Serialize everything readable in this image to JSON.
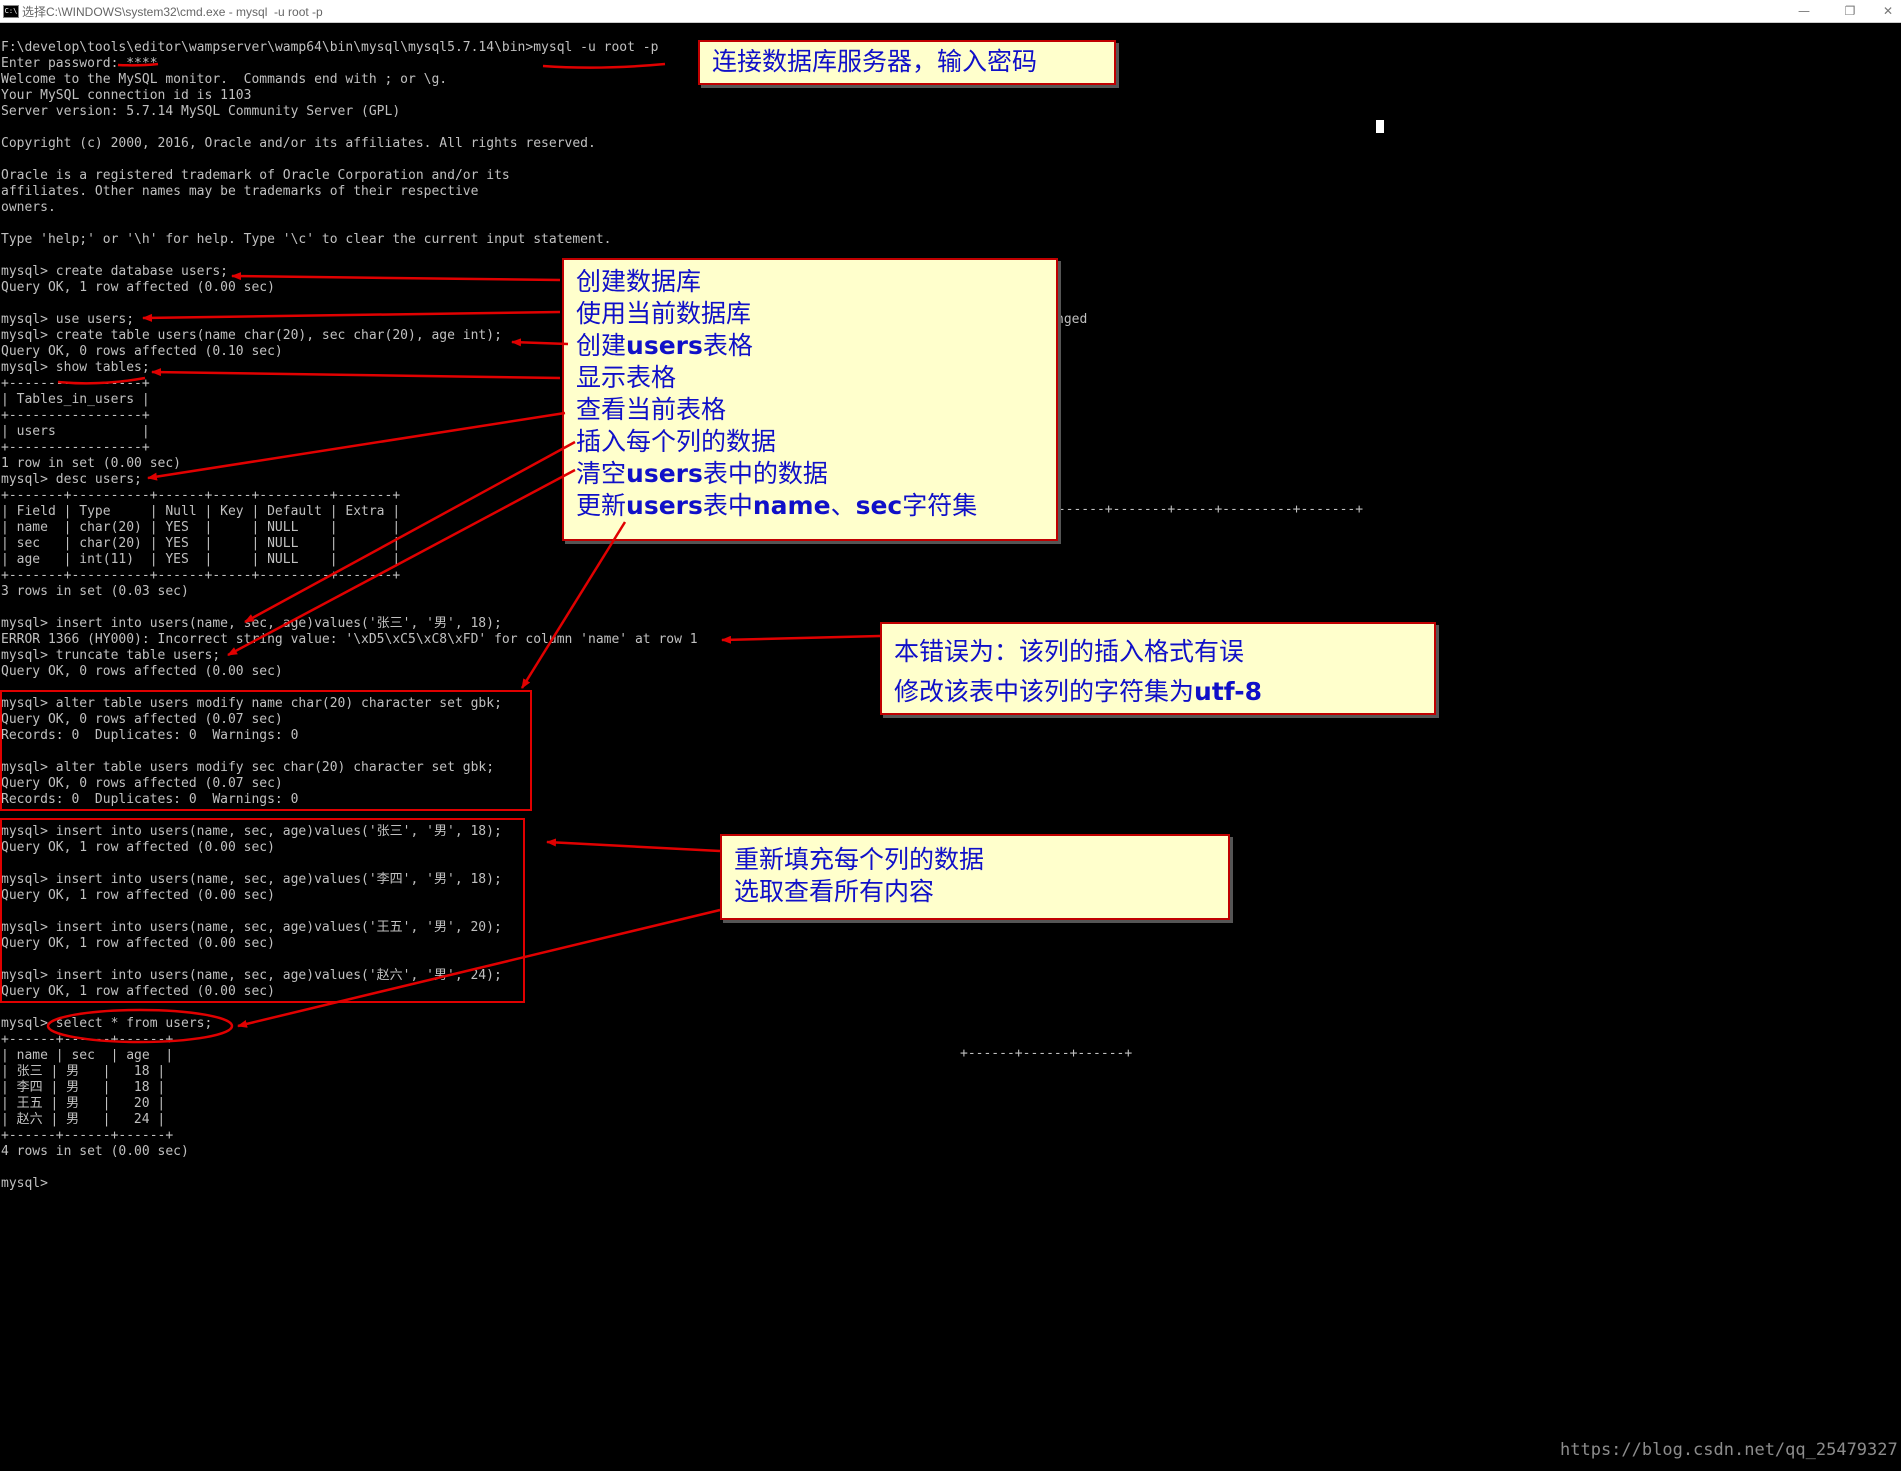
{
  "window": {
    "title": "选择C:\\WINDOWS\\system32\\cmd.exe - mysql  -u root -p",
    "icon_label": "C:\\",
    "minimize": "—",
    "restore": "❐",
    "close": "✕"
  },
  "terminal": {
    "lines": [
      "F:\\develop\\tools\\editor\\wampserver\\wamp64\\bin\\mysql\\mysql5.7.14\\bin>mysql -u root -p",
      "Enter password: ****",
      "Welcome to the MySQL monitor.  Commands end with ; or \\g.",
      "Your MySQL connection id is 1103",
      "Server version: 5.7.14 MySQL Community Server (GPL)",
      "",
      "Copyright (c) 2000, 2016, Oracle and/or its affiliates. All rights reserved.",
      "",
      "Oracle is a registered trademark of Oracle Corporation and/or its",
      "affiliates. Other names may be trademarks of their respective",
      "owners.",
      "",
      "Type 'help;' or '\\h' for help. Type '\\c' to clear the current input statement.",
      "",
      "mysql> create database users;",
      "Query OK, 1 row affected (0.00 sec)",
      "",
      "mysql> use users;",
      "mysql> create table users(name char(20), sec char(20), age int);",
      "Query OK, 0 rows affected (0.10 sec)",
      "mysql> show tables;",
      "+-----------------+",
      "| Tables_in_users |",
      "+-----------------+",
      "| users           |",
      "+-----------------+",
      "1 row in set (0.00 sec)",
      "mysql> desc users;",
      "+-------+----------+------+-----+---------+-------+",
      "| Field | Type     | Null | Key | Default | Extra |",
      "| name  | char(20) | YES  |     | NULL    |       |",
      "| sec   | char(20) | YES  |     | NULL    |       |",
      "| age   | int(11)  | YES  |     | NULL    |       |",
      "+-------+----------+------+-----+---------+-------+",
      "3 rows in set (0.03 sec)",
      "",
      "mysql> insert into users(name, sec, age)values('张三', '男', 18);",
      "ERROR 1366 (HY000): Incorrect string value: '\\xD5\\xC5\\xC8\\xFD' for column 'name' at row 1",
      "mysql> truncate table users;",
      "Query OK, 0 rows affected (0.00 sec)",
      "",
      "mysql> alter table users modify name char(20) character set gbk;",
      "Query OK, 0 rows affected (0.07 sec)",
      "Records: 0  Duplicates: 0  Warnings: 0",
      "",
      "mysql> alter table users modify sec char(20) character set gbk;",
      "Query OK, 0 rows affected (0.07 sec)",
      "Records: 0  Duplicates: 0  Warnings: 0",
      "",
      "mysql> insert into users(name, sec, age)values('张三', '男', 18);",
      "Query OK, 1 row affected (0.00 sec)",
      "",
      "mysql> insert into users(name, sec, age)values('李四', '男', 18);",
      "Query OK, 1 row affected (0.00 sec)",
      "",
      "mysql> insert into users(name, sec, age)values('王五', '男', 20);",
      "Query OK, 1 row affected (0.00 sec)",
      "",
      "mysql> insert into users(name, sec, age)values('赵六', '男', 24);",
      "Query OK, 1 row affected (0.00 sec)",
      "",
      "mysql> select * from users;",
      "+------+------+------+",
      "| name | sec  | age  |",
      "| 张三 | 男   |   18 |",
      "| 李四 | 男   |   18 |",
      "| 王五 | 男   |   20 |",
      "| 赵六 | 男   |   24 |",
      "+------+------+------+",
      "4 rows in set (0.00 sec)",
      "",
      "mysql>"
    ],
    "fragments": {
      "nged": "nged",
      "border_long": "-------+-------+-----+---------+-------+",
      "border_short": "+------+------+------+"
    }
  },
  "callouts": {
    "connect": {
      "text": "连接数据库服务器，输入密码"
    },
    "steps": {
      "l1": "创建数据库",
      "l2": "使用当前数据库",
      "l3a": "创建",
      "l3b": "users",
      "l3c": "表格",
      "l4": "显示表格",
      "l5": "查看当前表格",
      "l6": "插入每个列的数据",
      "l7a": "清空",
      "l7b": "users",
      "l7c": "表中的数据",
      "l8a": "更新",
      "l8b": "users",
      "l8c": "表中",
      "l8d": "name",
      "l8e": "、",
      "l8f": "sec",
      "l8g": "字符集"
    },
    "error": {
      "l1": "本错误为：该列的插入格式有误",
      "l2a": "修改该表中该列的字符集为",
      "l2b": "utf-8"
    },
    "refill": {
      "l1": "重新填充每个列的数据",
      "l2": "选取查看所有内容"
    }
  },
  "colors": {
    "background": "#000000",
    "text": "#c0c0c0",
    "callout_bg": "#ffffcc",
    "callout_text": "#1010c8",
    "annotation_red": "#e00000"
  },
  "watermark": "https://blog.csdn.net/qq_25479327"
}
